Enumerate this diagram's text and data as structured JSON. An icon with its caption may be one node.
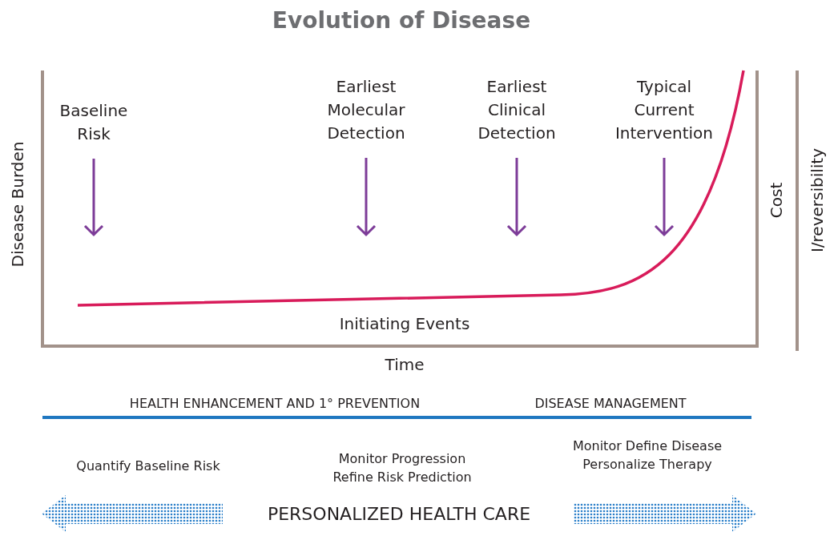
{
  "diagram": {
    "title": "Evolution of Disease",
    "nodes": [
      {
        "text": [
          "Baseline Risk"
        ]
      },
      {
        "text": [
          "Earliest Molecular Detection"
        ]
      },
      {
        "text": [
          "Earliest Clinical Detection"
        ]
      },
      {
        "text": [
          "Typical Current Intervention"
        ]
      }
    ],
    "edges": [
      {
        "from": 0,
        "to": null,
        "arrow": "to"
      },
      {
        "from": 1,
        "to": null,
        "arrow": "to"
      },
      {
        "from": 2,
        "to": null,
        "arrow": "to"
      },
      {
        "from": 3,
        "to": null,
        "arrow": "to"
      }
    ],
    "labels": [
      "Disease Burden",
      "Cost",
      "I/reversibility",
      "Initiating Events",
      "Time",
      "HEALTH ENHANCEMENT AND 1° PREVENTION",
      "DISEASE MANAGEMENT",
      "Quantify Baseline Risk",
      "Monitor Progression Refine Risk Prediction",
      "Monitor Define Disease Personalize Therapy",
      "PERSONALIZED HEALTH CARE"
    ]
  }
}
